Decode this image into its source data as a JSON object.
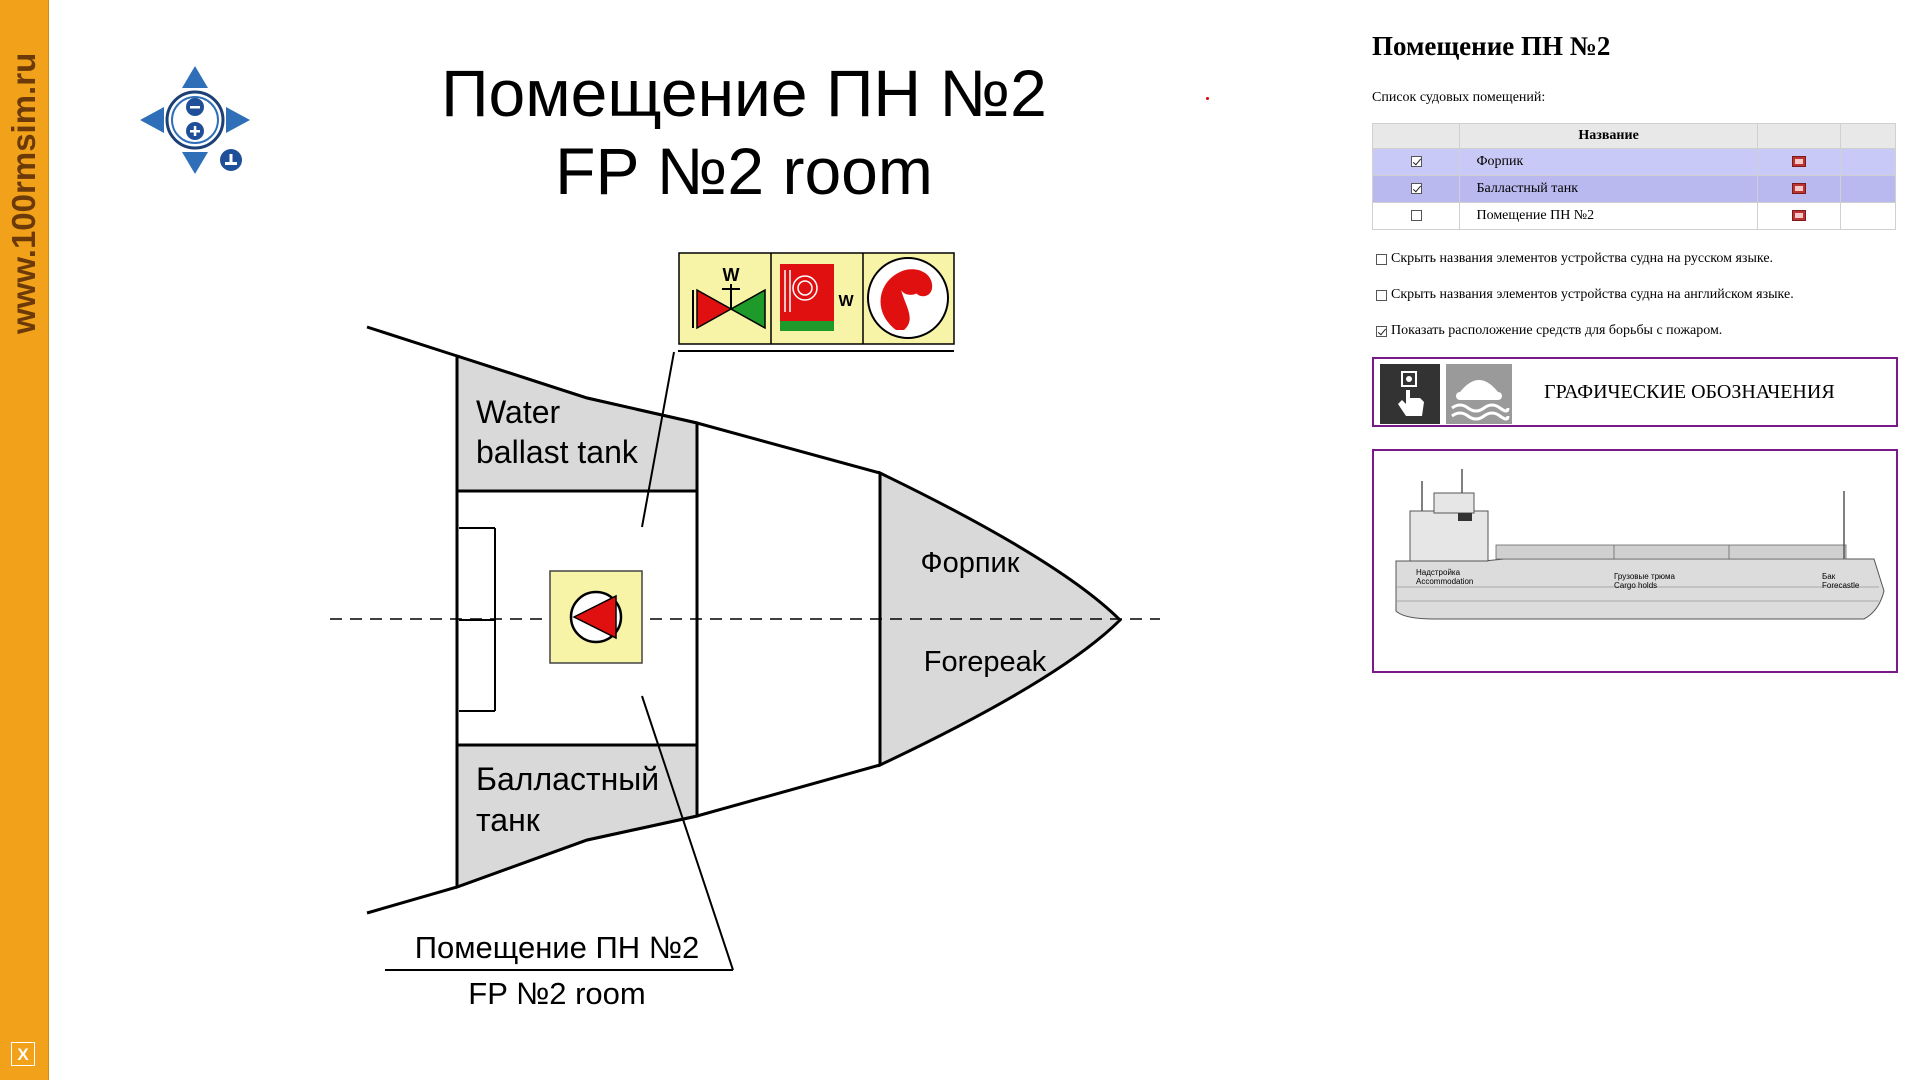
{
  "sidebar": {
    "site": "www.100rmsim.ru",
    "close_label": "X"
  },
  "diagram": {
    "title_ru": "Помещение ПН №2",
    "title_en": "FP №2 room",
    "water_ballast_line1": "Water",
    "water_ballast_line2": "ballast tank",
    "ballast_ru_line1": "Балластный",
    "ballast_ru_line2": "танк",
    "forepeak_ru": "Форпик",
    "forepeak_en": "Forepeak",
    "callout_ru": "Помещение ПН №2",
    "callout_en": "FP №2 room",
    "valve_letter": "W",
    "hose_letter": "W"
  },
  "panel": {
    "title": "Помещение ПН №2",
    "subtitle": "Список судовых помещений:",
    "table_header": "Название",
    "rooms": [
      {
        "name": "Форпик",
        "checked": true
      },
      {
        "name": "Балластный танк",
        "checked": true
      },
      {
        "name": "Помещение ПН №2",
        "checked": false
      }
    ],
    "options": [
      {
        "label": "Скрыть названия элементов устройства судна на русском языке.",
        "checked": false
      },
      {
        "label": "Скрыть названия элементов устройства судна на английском языке.",
        "checked": false
      },
      {
        "label": "Показать расположение средств для борьбы с пожаром.",
        "checked": true
      }
    ],
    "legend_label": "ГРАФИЧЕСКИЕ ОБОЗНАЧЕНИЯ",
    "ship": {
      "accommodation_ru": "Надстройка",
      "accommodation_en": "Accommodation",
      "cargo_ru": "Грузовые трюма",
      "cargo_en": "Cargo holds",
      "forecastle_ru": "Бак",
      "forecastle_en": "Forecastle"
    }
  }
}
